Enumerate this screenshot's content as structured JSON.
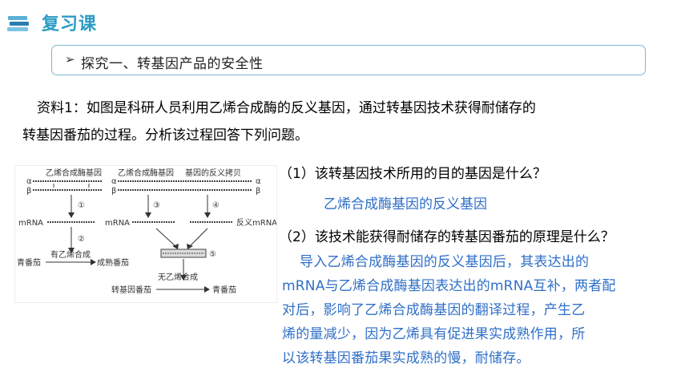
{
  "header": {
    "title": "复习课",
    "icon": "book-stack-icon"
  },
  "section": {
    "arrow": "➢",
    "title": "探究一、转基因产品的安全性"
  },
  "material": {
    "line1": "资料1：如图是科研人员利用乙烯合成酶的反义基因，通过转基因技术获得耐储存的",
    "line2": "转基因番茄的过程。分析该过程回答下列问题。"
  },
  "diagram": {
    "gene1": "乙烯合成酶基因",
    "gene2": "乙烯合成酶基因",
    "gene3": "基因的反义拷贝",
    "alpha": "α",
    "beta": "β",
    "step1": "①",
    "step2": "②",
    "step3": "③",
    "step4": "④",
    "step5": "⑤",
    "mrna1": "mRNA",
    "mrna2": "mRNA",
    "antisense": "反义mRNA",
    "ripening": "有乙烯合成",
    "green": "青番茄",
    "ripe": "成熟番茄",
    "transgenic": "转基因番茄",
    "no_ethylene": "无乙烯合成",
    "green2": "青番茄"
  },
  "questions": {
    "q1": "（1）该转基因技术所用的目的基因是什么？",
    "a1": "乙烯合成酶基因的反义基因",
    "q2": "（2）该技术能获得耐储存的转基因番茄的原理是什么？",
    "a2_line1": "导入乙烯合成酶基因的反义基因后，其表达出的",
    "a2_line2": "mRNA与乙烯合成酶基因表达出的mRNA互补，两者配",
    "a2_line3": "对后，影响了乙烯合成酶基因的翻译过程，产生乙",
    "a2_line4": "烯的量减少，因为乙烯具有促进果实成熟作用，所",
    "a2_line5": "以该转基因番茄果实成熟的慢，耐储存。"
  },
  "colors": {
    "title": "#2a9bc4",
    "answer": "#2f6fc7",
    "box_border": "#7fb6d6"
  }
}
